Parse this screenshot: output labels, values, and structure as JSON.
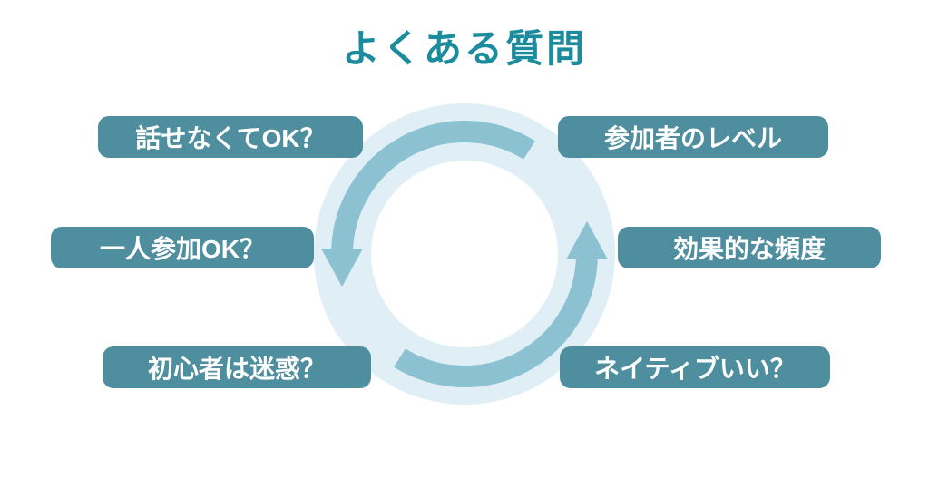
{
  "title": "よくある質問",
  "colors": {
    "title_text": "#1b8c9e",
    "pill_background": "#4e8e9e",
    "pill_text": "#ffffff",
    "arrow": "#8cc1d1",
    "ring": "#e0eff5",
    "page_background": "#ffffff"
  },
  "diagram": {
    "type": "cycle",
    "icon": "circular-arrows",
    "direction": "counterclockwise"
  },
  "questions": [
    {
      "label": "話せなくてOK？",
      "position": "left-top"
    },
    {
      "label": "参加者のレベル",
      "position": "right-top"
    },
    {
      "label": "一人参加OK？",
      "position": "left-middle"
    },
    {
      "label": "効果的な頻度",
      "position": "right-middle"
    },
    {
      "label": "初心者は迷惑？",
      "position": "left-bottom"
    },
    {
      "label": "ネイティブいい？",
      "position": "right-bottom"
    }
  ]
}
